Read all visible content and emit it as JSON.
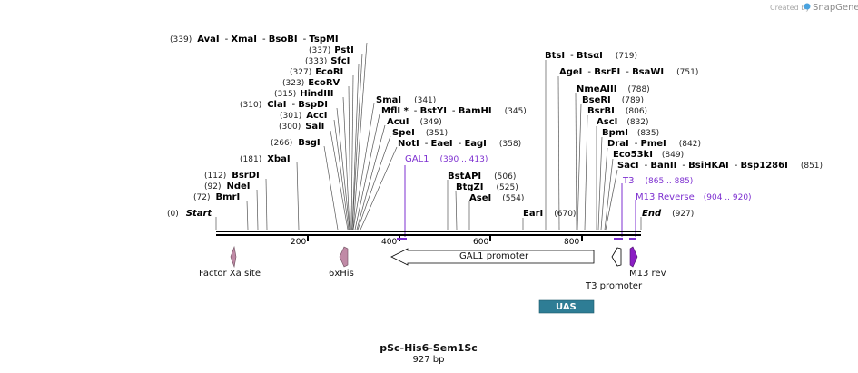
{
  "credit": {
    "created_by": "Created by",
    "brand": "SnapGene"
  },
  "plasmid": {
    "name": "pSc-His6-Sem1Sc",
    "length": "927 bp"
  },
  "ruler": {
    "ticks": [
      "200",
      "400",
      "600",
      "800"
    ]
  },
  "enzyme_rows": [
    {
      "pos": "(339)",
      "names": [
        "AvaI",
        "XmaI",
        "BsoBI",
        "TspMI"
      ]
    },
    {
      "pos": "(337)",
      "names": [
        "PstI"
      ]
    },
    {
      "pos": "(333)",
      "names": [
        "SfcI"
      ]
    },
    {
      "pos": "(327)",
      "names": [
        "EcoRI"
      ]
    },
    {
      "pos": "(323)",
      "names": [
        "EcoRV"
      ]
    },
    {
      "pos": "(315)",
      "names": [
        "HindIII"
      ]
    },
    {
      "pos": "(310)",
      "names": [
        "ClaI",
        "BspDI"
      ]
    },
    {
      "pos": "(301)",
      "names": [
        "AccI"
      ]
    },
    {
      "pos": "(300)",
      "names": [
        "SalI"
      ]
    },
    {
      "pos": "(266)",
      "names": [
        "BsgI"
      ]
    },
    {
      "pos": "(181)",
      "names": [
        "XbaI"
      ]
    },
    {
      "pos": "(112)",
      "names": [
        "BsrDI"
      ]
    },
    {
      "pos": "(92)",
      "names": [
        "NdeI"
      ]
    },
    {
      "pos": "(72)",
      "names": [
        "BmrI"
      ]
    },
    {
      "pos": "(0)",
      "names": [
        "Start"
      ]
    },
    {
      "pos": "(341)",
      "names": [
        "SmaI"
      ]
    },
    {
      "pos": "(345)",
      "names": [
        "MflI *",
        "BstYI",
        "BamHI"
      ]
    },
    {
      "pos": "(349)",
      "names": [
        "AcuI"
      ]
    },
    {
      "pos": "(351)",
      "names": [
        "SpeI"
      ]
    },
    {
      "pos": "(358)",
      "names": [
        "NotI",
        "EaeI",
        "EagI"
      ]
    },
    {
      "pos": "(506)",
      "names": [
        "BstAPI"
      ]
    },
    {
      "pos": "(525)",
      "names": [
        "BtgZI"
      ]
    },
    {
      "pos": "(554)",
      "names": [
        "AseI"
      ]
    },
    {
      "pos": "(670)",
      "names": [
        "EarI"
      ]
    },
    {
      "pos": "(719)",
      "names": [
        "BtsI",
        "BtsαI"
      ]
    },
    {
      "pos": "(751)",
      "names": [
        "AgeI",
        "BsrFI",
        "BsaWI"
      ]
    },
    {
      "pos": "(788)",
      "names": [
        "NmeAIII"
      ]
    },
    {
      "pos": "(789)",
      "names": [
        "BseRI"
      ]
    },
    {
      "pos": "(806)",
      "names": [
        "BsrBI"
      ]
    },
    {
      "pos": "(832)",
      "names": [
        "AscI"
      ]
    },
    {
      "pos": "(835)",
      "names": [
        "BpmI"
      ]
    },
    {
      "pos": "(842)",
      "names": [
        "DraI",
        "PmeI"
      ]
    },
    {
      "pos": "(849)",
      "names": [
        "Eco53kI"
      ]
    },
    {
      "pos": "(851)",
      "names": [
        "SacI",
        "BanII",
        "BsiHKAI",
        "Bsp1286I"
      ]
    },
    {
      "pos": "(927)",
      "names": [
        "End"
      ]
    }
  ],
  "primers": [
    {
      "name": "GAL1",
      "range": "(390 .. 413)"
    },
    {
      "name": "T3",
      "range": "(865 .. 885)"
    },
    {
      "name": "M13 Reverse",
      "range": "(904 .. 920)"
    }
  ],
  "features": [
    {
      "name": "Factor Xa site"
    },
    {
      "name": "6xHis"
    },
    {
      "name": "GAL1 promoter"
    },
    {
      "name": "T3 promoter"
    },
    {
      "name": "M13 rev"
    },
    {
      "name": "UAS"
    }
  ],
  "colors": {
    "primer": "#7d2fd0",
    "tag": "#c08aa6",
    "m13": "#8b1ec4",
    "uas": "#2e7d95",
    "backbone": "#000000"
  }
}
